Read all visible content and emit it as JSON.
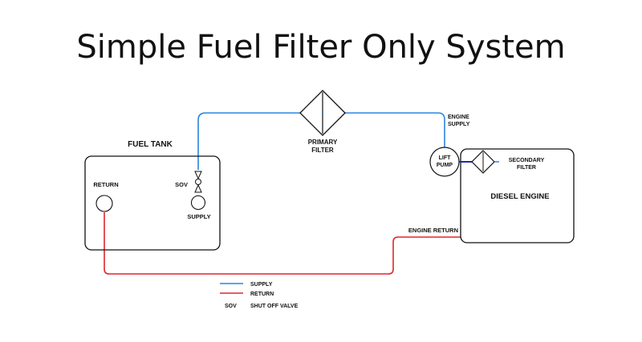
{
  "title": "Simple Fuel Filter Only System",
  "colors": {
    "supply": "#2a86e0",
    "return": "#e0262b",
    "pump_link": "#1a2ab0",
    "outline": "#111111"
  },
  "components": {
    "fuel_tank": {
      "label": "FUEL TANK",
      "return_label": "RETURN",
      "supply_label": "SUPPLY",
      "sov_label": "SOV"
    },
    "primary_filter": {
      "label_line1": "PRIMARY",
      "label_line2": "FILTER"
    },
    "engine_supply": {
      "label_line1": "ENGINE",
      "label_line2": "SUPPLY"
    },
    "lift_pump": {
      "label_line1": "LIFT",
      "label_line2": "PUMP"
    },
    "secondary_filter": {
      "label_line1": "SECONDARY",
      "label_line2": "FILTER"
    },
    "diesel_engine": {
      "label": "DIESEL ENGINE"
    },
    "engine_return": {
      "label": "ENGINE RETURN"
    }
  },
  "legend": {
    "items": [
      {
        "key": "line-blue",
        "label": "SUPPLY"
      },
      {
        "key": "line-red",
        "label": "RETURN"
      },
      {
        "key": "SOV",
        "label": "SHUT OFF VALVE"
      }
    ]
  }
}
